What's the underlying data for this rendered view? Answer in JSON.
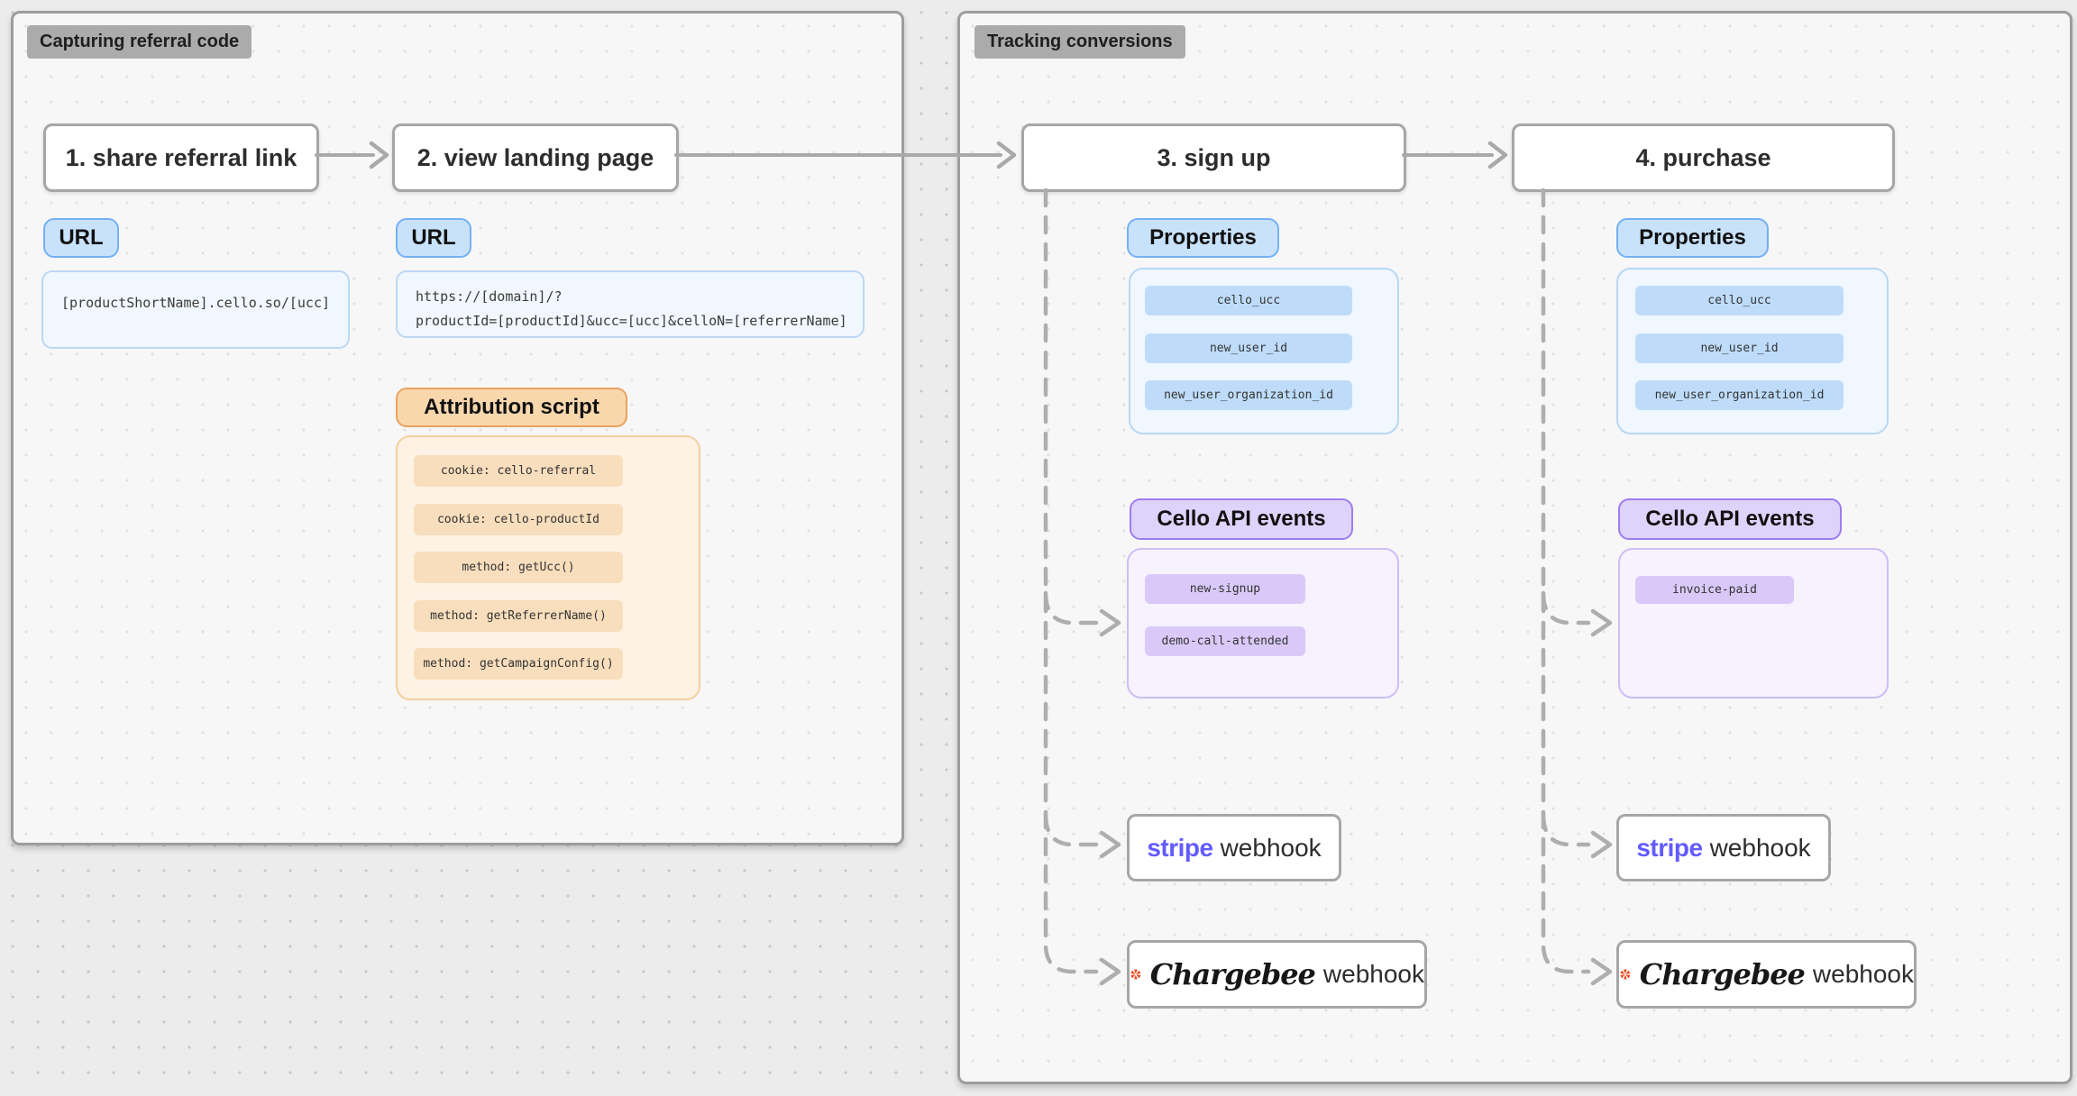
{
  "diagram": {
    "panels": {
      "capturing": {
        "label": "Capturing referral code"
      },
      "tracking": {
        "label": "Tracking conversions"
      }
    },
    "steps": [
      {
        "label": "1. share referral link"
      },
      {
        "label": "2. view landing page"
      },
      {
        "label": "3. sign up"
      },
      {
        "label": "4. purchase"
      }
    ],
    "share_link": {
      "url_badge": "URL",
      "code": "[productShortName].cello.so/[ucc]"
    },
    "landing_page": {
      "url_badge": "URL",
      "code_lines": [
        "https://[domain]/?",
        "productId=[productId]&ucc=[ucc]&celloN=[referrerName]"
      ],
      "attribution": {
        "badge": "Attribution script",
        "items": [
          "cookie: cello-referral",
          "cookie: cello-productId",
          "method: getUcc()",
          "method: getReferrerName()",
          "method: getCampaignConfig()"
        ]
      }
    },
    "signup": {
      "properties_badge": "Properties",
      "properties": [
        "cello_ucc",
        "new_user_id",
        "new_user_organization_id"
      ],
      "events_badge": "Cello API events",
      "events": [
        "new-signup",
        "demo-call-attended"
      ],
      "stripe_webhook": {
        "brand": "stripe",
        "label": "webhook"
      },
      "chargebee_webhook": {
        "brand": "Chargebee",
        "label": "webhook"
      }
    },
    "purchase": {
      "properties_badge": "Properties",
      "properties": [
        "cello_ucc",
        "new_user_id",
        "new_user_organization_id"
      ],
      "events_badge": "Cello API events",
      "events": [
        "invoice-paid"
      ],
      "stripe_webhook": {
        "brand": "stripe",
        "label": "webhook"
      },
      "chargebee_webhook": {
        "brand": "Chargebee",
        "label": "webhook"
      }
    },
    "colors": {
      "stripe_brand": "#635BFF",
      "chargebee_brand": "#F0461C",
      "blue_badge": "#C9E2FB",
      "blue_border": "#74B0F4",
      "orange_badge": "#F9D7AD",
      "orange_border": "#E9A25E",
      "purple_badge": "#DED3FA",
      "purple_border": "#9D7CEF",
      "connector_gray": "#ABABAB"
    }
  }
}
